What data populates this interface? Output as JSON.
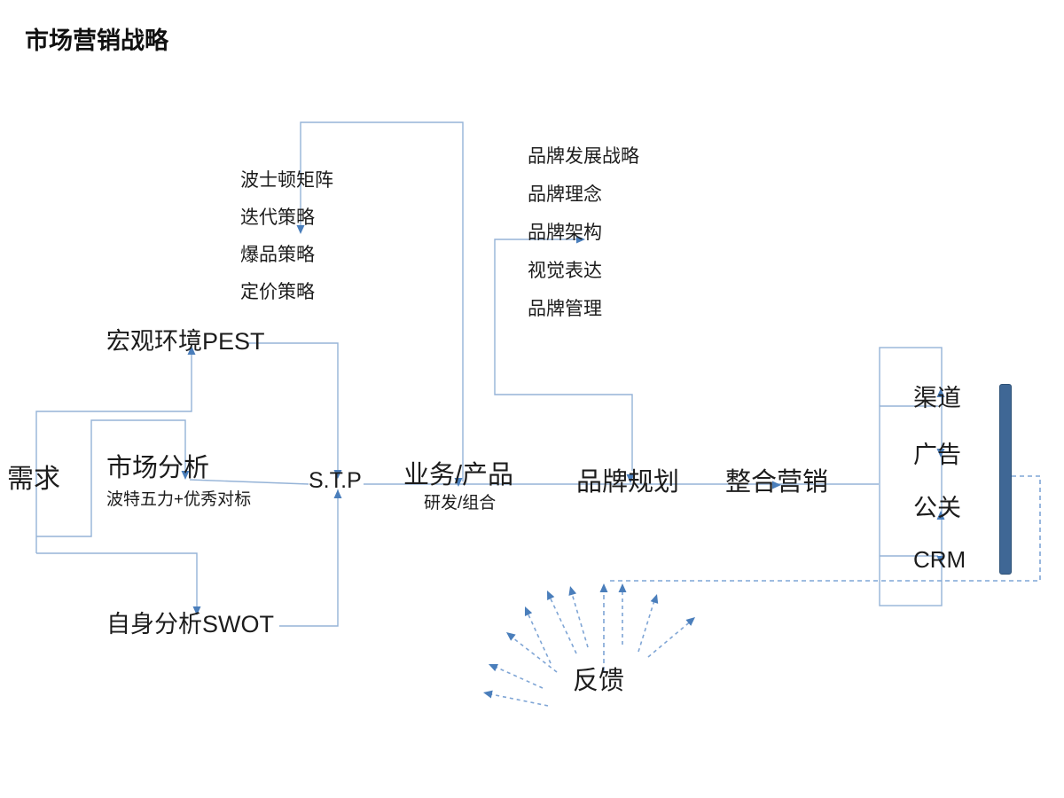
{
  "title": "市场营销战略",
  "nodes": {
    "demand": "需求",
    "market_analysis": "市场分析",
    "market_analysis_sub": "波特五力+优秀对标",
    "macro_env": "宏观环境PEST",
    "self_analysis": "自身分析SWOT",
    "stp": "S.T.P",
    "business_product": "业务/产品",
    "business_product_sub": "研发/组合",
    "brand_planning": "品牌规划",
    "integrated_marketing": "整合营销",
    "feedback": "反馈"
  },
  "product_strategy_list": {
    "items": [
      "波士顿矩阵",
      "迭代策略",
      "爆品策略",
      "定价策略"
    ]
  },
  "brand_list": {
    "items": [
      "品牌发展战略",
      "品牌理念",
      "品牌架构",
      "视觉表达",
      "品牌管理"
    ]
  },
  "execution_list": {
    "items": [
      "渠道",
      "广告",
      "公关",
      "CRM"
    ]
  },
  "colors": {
    "connector_line": "#95b3d7",
    "arrowhead": "#4a7ebb",
    "dashed_feedback": "#7fa5d5",
    "bar_fill": "#3f6795",
    "bar_border": "#2e5277",
    "text": "#1c1c1c"
  }
}
